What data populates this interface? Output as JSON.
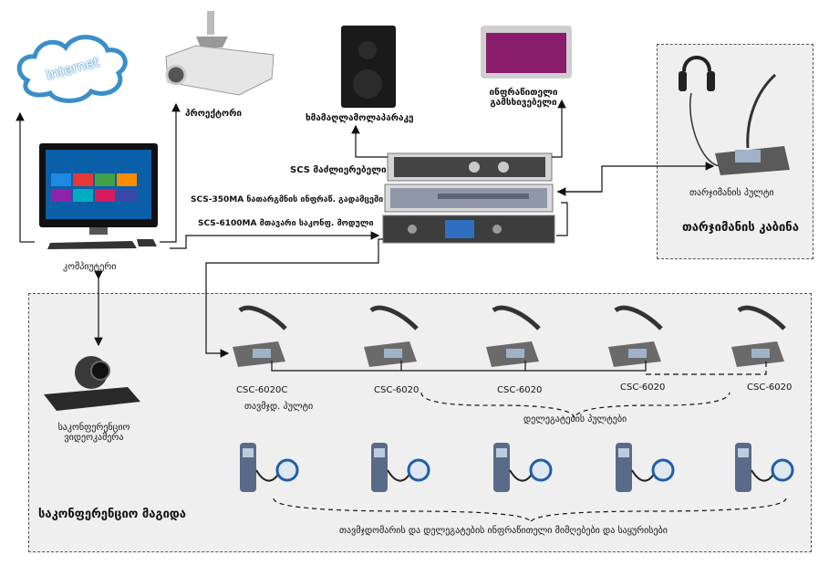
{
  "internet_label": "Internet",
  "projector_label": "პროექტორი",
  "speaker_label": "ხმამაღლამოლაპარაკე",
  "ir_emitter_label": "ინფრაწითელი გამსხივებელი",
  "computer_label": "კომპიუტერი",
  "amplifier_label": "SCS მაძლიერებელი",
  "ir_module_label": "SCS-350MA ნათარგმნის ინფრაწ. გადამცემი",
  "main_module_label": "SCS-6100MA მთავარი საკონფ. მოდული",
  "interpreter_desk_label": "თარჯიმანის პულტი",
  "interpreter_booth_title": "თარჯიმანის კაბინა",
  "camera_label": "საკონფერენციო ვიდეოკამერა",
  "conference_table_title": "საკონფერენციო მაგიდა",
  "chairman_model": "CSC-6020C",
  "delegate_model": "CSC-6020",
  "chairman_desk_label": "თავმჯდ. პულტი",
  "delegate_desks_label": "დელეგატების პულტები",
  "receivers_label": "თავმჯდომარის და დელეგატების ინფრაწითელი მიმღებები და საყურისები",
  "colors": {
    "arrow": "#111111",
    "panel_bg": "#efefef",
    "panel_border": "#555555",
    "ir_screen": "#8a1d6b",
    "internet_cloud": "#3a8fc8"
  }
}
